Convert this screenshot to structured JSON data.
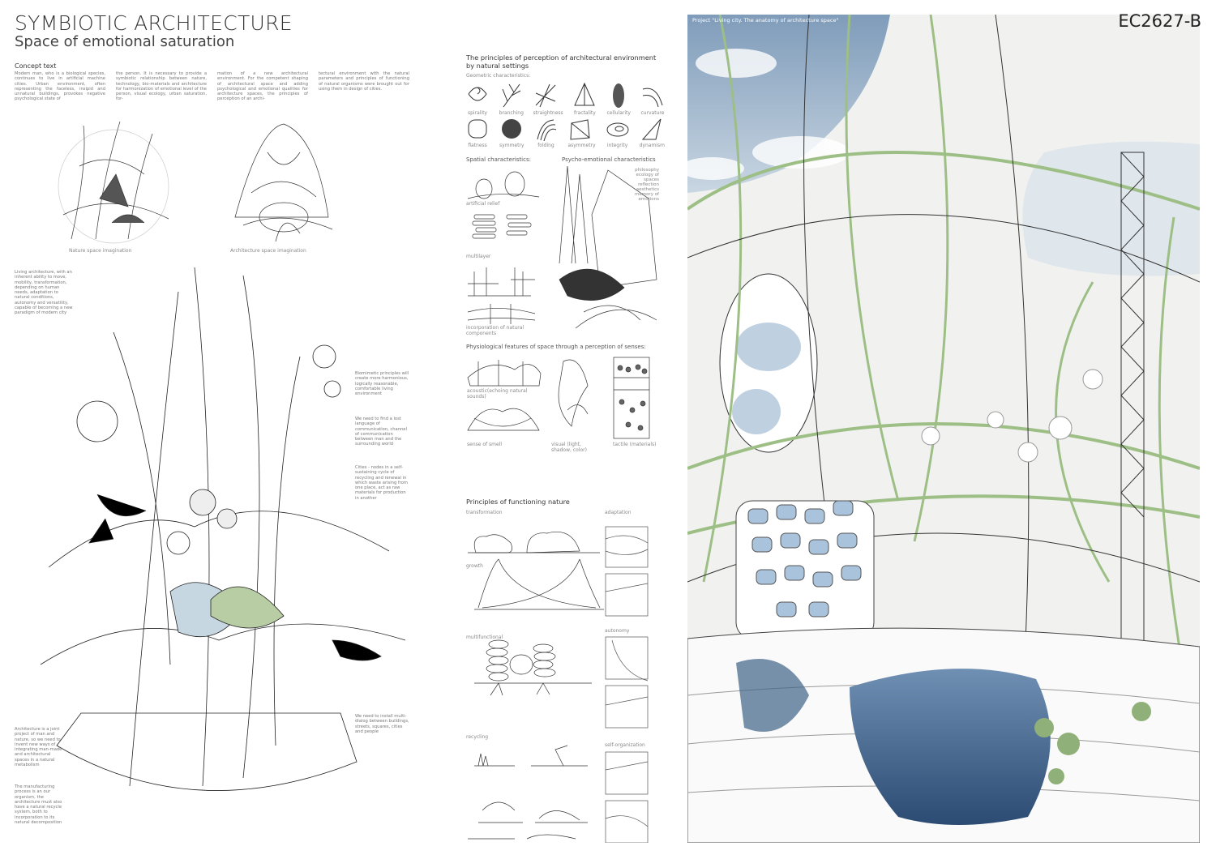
{
  "header": {
    "title": "SYMBIOTIC ARCHITECTURE",
    "subtitle": "Space of emotional saturation",
    "code": "EC2627-B"
  },
  "concept": {
    "heading": "Concept text",
    "columns": [
      "Modern man, who is a biological species, continues to live in artificial machine cities. Urban environment, often representing the faceless, insipid and unnatural buildings, provokes negative psychological state of",
      "the person. It is necessary to provide a symbiotic relationship between nature, technology, bio-materials and architecture for harmonization of emotional level of the person, visual ecology, urban saturation, for-",
      "mation of a new architectural environment. For the competent shaping of architectural space and adding psychological and emotional qualities for architecture spaces, the principles of perception of an archi-",
      "tectural environment with the natural parameters and principles of functioning of natural organisms were brought out for using them in design of cities."
    ]
  },
  "sketches": {
    "nature": "Nature space imagination",
    "architecture": "Architecture space imagination"
  },
  "annotations": {
    "living": "Living architecture, with an inherent ability to move, mobility, transformation, depending on human needs, adaptation to natural conditions, autonomy and versatility, capable of becoming a new paradigm of modern city",
    "biomimetic": "Biomimetic principles will create more harmonious, logically reasonable, comfortable living environment",
    "language": "We need to find a lost language of communication, channel of communication between man and the surrounding world",
    "cities": "Cities - nodes in a self-sustaining cycle of recycling and renewal in which waste arising from one place, act as raw materials for production in another",
    "joint": "Architecture is a joint project of man and nature, so we need to invent new ways of integrating man-made and architectural spaces in a natural metabolism",
    "dialog": "We need to install multi-dialog between buildings, streets, squares, cities and people",
    "manufacturing": "The manufacturing process is an our organism, the architecture must also have a natural recycle system, both to incorporation to its natural decomposition"
  },
  "perception": {
    "title": "The principles of perception of architectural environment by natural settings",
    "geometric_heading": "Geometric characteristics:",
    "geometric_row1": [
      "spirality",
      "branching",
      "straightness",
      "fractality",
      "cellularity",
      "curvature"
    ],
    "geometric_row2": [
      "flatness",
      "symmetry",
      "folding",
      "asymmetry",
      "integrity",
      "dynamism"
    ],
    "spatial_heading": "Spatial characteristics:",
    "spatial": [
      "artificial relief",
      "multilayer",
      "",
      "incorporation of natural components"
    ],
    "psycho_heading": "Psycho-emotional characteristics",
    "psycho": [
      "philosophy",
      "ecology of spaces",
      "reflection",
      "aesthetics",
      "memory of emotions"
    ],
    "physio_heading": "Physiological features of space through a perception of senses:",
    "physio": {
      "acoustic": "acoustic(echoing natural sounds)",
      "smell": "sense of smell",
      "visual": "visual (light, shadow, color)",
      "tactile": "tactile (materials)"
    }
  },
  "functioning": {
    "title": "Principles of functioning nature",
    "left": [
      "transformation",
      "growth",
      "multifunctional",
      "recycling"
    ],
    "right": [
      "adaptation",
      "autonomy",
      "self-organization"
    ]
  },
  "render": {
    "caption": "Project \"Living city. The anatomy of architecture space\"",
    "colors": {
      "sky": "#8fa9c4",
      "green": "#9dbf86",
      "water": "#3e6288"
    }
  }
}
